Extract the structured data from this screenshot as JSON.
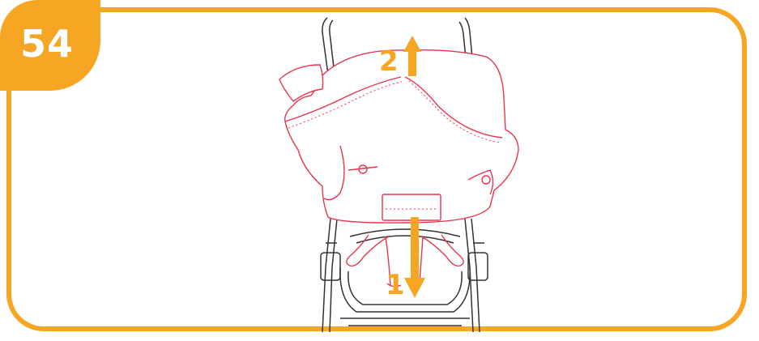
{
  "step": {
    "number": "54"
  },
  "arrows": [
    {
      "label": "1",
      "direction": "down"
    },
    {
      "label": "2",
      "direction": "up"
    }
  ],
  "colors": {
    "accent": "#f6a623",
    "fabric_outline": "#e8344e",
    "frame_outline": "#333333"
  },
  "icons": [
    "stroller-seat-illustration",
    "arrow-down-icon",
    "arrow-up-icon"
  ]
}
